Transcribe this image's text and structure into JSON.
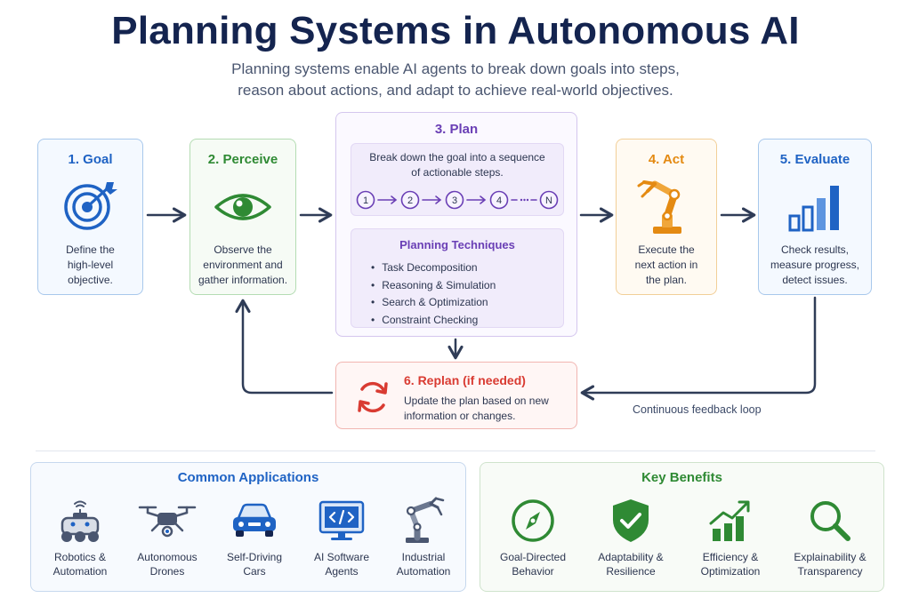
{
  "header": {
    "title": "Planning Systems in Autonomous AI",
    "subtitle_line1": "Planning systems enable AI agents to break down goals into steps,",
    "subtitle_line2": "reason about actions, and adapt to achieve real-world objectives."
  },
  "steps": {
    "goal": {
      "title": "1. Goal",
      "desc": [
        "Define the",
        "high-level",
        "objective."
      ]
    },
    "perceive": {
      "title": "2. Perceive",
      "desc": [
        "Observe the",
        "environment and",
        "gather information."
      ]
    },
    "plan": {
      "title": "3. Plan",
      "intro": [
        "Break down the goal into a sequence",
        "of actionable steps."
      ],
      "sequence": [
        "1",
        "2",
        "3",
        "4",
        "N"
      ],
      "techniques_title": "Planning Techniques",
      "techniques": [
        "Task Decomposition",
        "Reasoning & Simulation",
        "Search & Optimization",
        "Constraint Checking"
      ]
    },
    "act": {
      "title": "4. Act",
      "desc": [
        "Execute the",
        "next action in",
        "the plan."
      ]
    },
    "evaluate": {
      "title": "5. Evaluate",
      "desc": [
        "Check results,",
        "measure progress,",
        "detect issues."
      ]
    },
    "replan": {
      "title": "6. Replan (if needed)",
      "desc": [
        "Update the plan based on new",
        "information or changes."
      ]
    }
  },
  "feedback_label": "Continuous feedback loop",
  "applications": {
    "title": "Common Applications",
    "items": [
      {
        "label": [
          "Robotics &",
          "Automation"
        ],
        "icon": "robot-car-icon"
      },
      {
        "label": [
          "Autonomous",
          "Drones"
        ],
        "icon": "drone-icon"
      },
      {
        "label": [
          "Self-Driving",
          "Cars"
        ],
        "icon": "car-icon"
      },
      {
        "label": [
          "AI Software",
          "Agents"
        ],
        "icon": "code-monitor-icon"
      },
      {
        "label": [
          "Industrial",
          "Automation"
        ],
        "icon": "robot-arm-icon"
      }
    ]
  },
  "benefits": {
    "title": "Key Benefits",
    "items": [
      {
        "label": [
          "Goal-Directed",
          "Behavior"
        ],
        "icon": "compass-icon"
      },
      {
        "label": [
          "Adaptability &",
          "Resilience"
        ],
        "icon": "shield-check-icon"
      },
      {
        "label": [
          "Efficiency &",
          "Optimization"
        ],
        "icon": "growth-chart-icon"
      },
      {
        "label": [
          "Explainability &",
          "Transparency"
        ],
        "icon": "magnifier-icon"
      }
    ]
  },
  "colors": {
    "navy": "#14244f",
    "blue": "#1f63c4",
    "green": "#2f8a34",
    "purple": "#6a3fb5",
    "orange": "#e48a12",
    "red": "#d93b32",
    "arrow": "#2f3c57"
  }
}
